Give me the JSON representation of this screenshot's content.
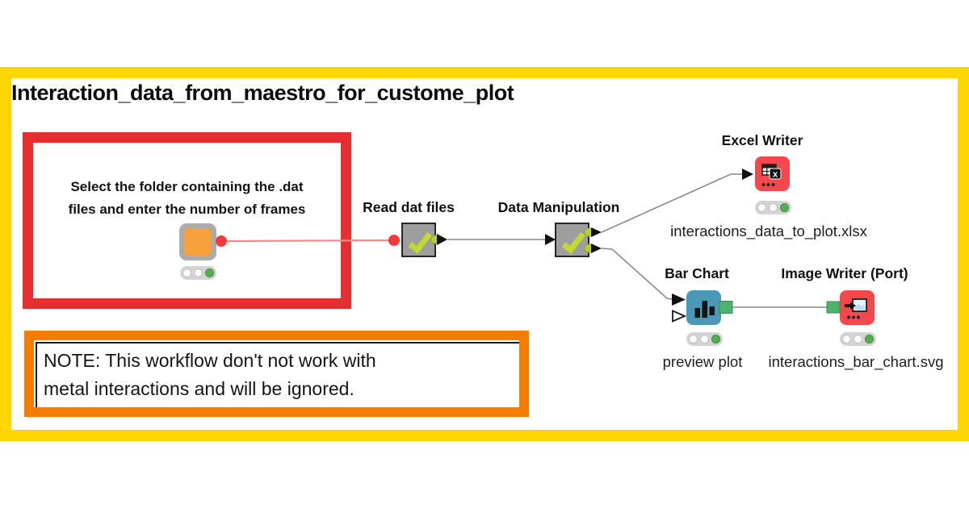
{
  "page": {
    "title": "Interaction_data_from_maestro_for_custome_plot"
  },
  "annotations": {
    "instruction": {
      "line1": "Select the folder containing the .dat",
      "line2": "files and enter the number of frames",
      "border_color": "#E62E2E"
    },
    "note": {
      "line1": "NOTE: This workflow don't not work with",
      "line2": "metal interactions and will be ignored.",
      "border_color": "#F47C00"
    }
  },
  "nodes": {
    "folder_component": {
      "traffic_light": "green"
    },
    "read_dat": {
      "label": "Read dat files"
    },
    "data_manipulation": {
      "label": "Data Manipulation"
    },
    "excel_writer": {
      "label": "Excel Writer",
      "sublabel": "interactions_data_to_plot.xlsx",
      "traffic_light": "green"
    },
    "bar_chart": {
      "label": "Bar Chart",
      "sublabel": "preview plot",
      "traffic_light": "green"
    },
    "image_writer": {
      "label": "Image Writer (Port)",
      "sublabel": "interactions_bar_chart.svg",
      "traffic_light": "green"
    }
  },
  "icons": {
    "excel_letter": "x"
  },
  "colors": {
    "frame_yellow": "#FFD600",
    "annotation_red": "#E62E2E",
    "annotation_orange": "#F47C00",
    "node_red": "#F4494C",
    "node_blue": "#4A98B6",
    "node_gray": "#9E9E9E",
    "component_orange": "#F5A13D",
    "check_green": "#C3D832",
    "status_green": "#54AE54",
    "flowvar_port_red": "#F23B3B",
    "flow_line_red": "#F48A8A",
    "image_port_green": "#4CB36B",
    "wire_gray": "#8A8A8A"
  }
}
